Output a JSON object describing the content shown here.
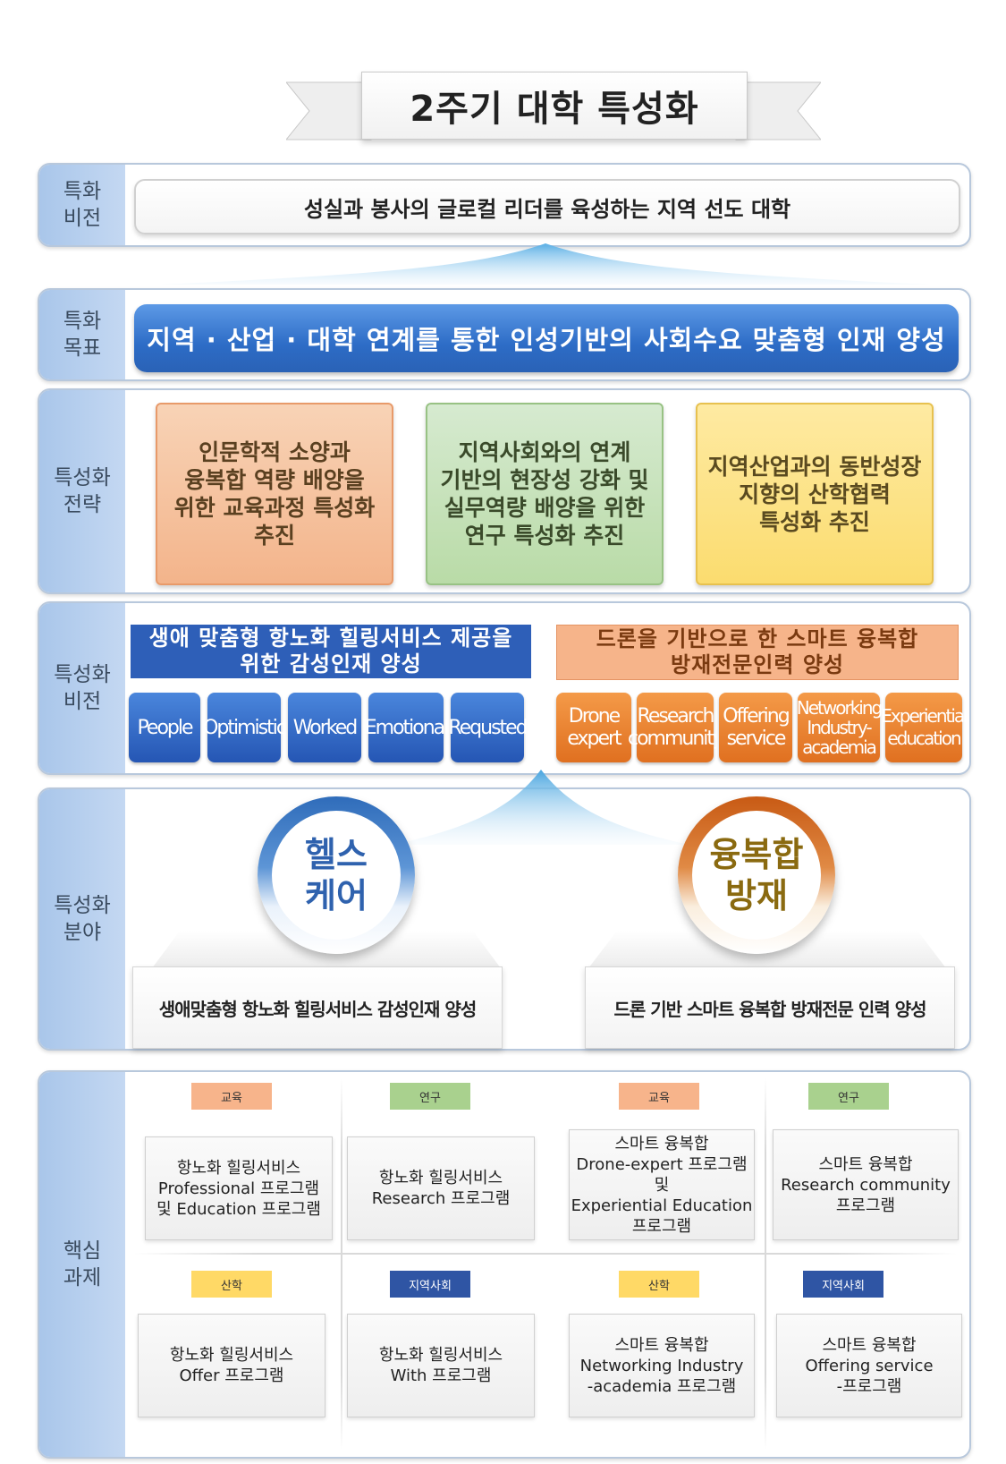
{
  "title": "2주기 대학 특성화",
  "vision": {
    "label": "특화\n비전",
    "text": "성실과 봉사의 글로컬 리더를 육성하는 지역 선도 대학"
  },
  "goal": {
    "label": "특화\n목표",
    "text": "지역 · 산업 · 대학 연계를 통한 인성기반의 사회수요 맞춤형 인재 양성"
  },
  "strategy": {
    "label": "특성화\n전략",
    "items": [
      "인문학적 소양과\n융복합 역량 배양을\n위한 교육과정 특성화\n추진",
      "지역사회와의 연계\n기반의 현장성 강화 및\n실무역량 배양을 위한\n연구 특성화 추진",
      "지역산업과의 동반성장\n지향의 산학협력\n특성화 추진"
    ]
  },
  "special_vision": {
    "label": "특성화\n비전",
    "left_heading": "생애 맞춤형 항노화 힐링서비스 제공을\n위한 감성인재 양성",
    "right_heading": "드론을 기반으로 한 스마트 융복합\n방재전문인력 양성",
    "left_keywords": [
      "People",
      "Optimistic",
      "Worked",
      "Emotional",
      "Requsted"
    ],
    "right_keywords": [
      "Drone\nexpert",
      "Research\ncommunity",
      "Offering\nservice",
      "Networking\nIndustry-\nacademia",
      "Experiential\neducation"
    ]
  },
  "fields": {
    "label": "특성화\n분야",
    "left_circle": "헬스\n케어",
    "right_circle": "융복합\n방재",
    "left_desc": "생애맞춤형 항노화 힐링서비스 감성인재 양성",
    "right_desc": "드론 기반 스마트 융복합 방재전문 인력 양성"
  },
  "core": {
    "label": "핵심\n과제",
    "tasks": [
      {
        "tag": "교육",
        "text": "항노화 힐링서비스\nProfessional 프로그램\n및 Education 프로그램"
      },
      {
        "tag": "연구",
        "text": "항노화 힐링서비스\nResearch 프로그램"
      },
      {
        "tag": "교육",
        "text": "스마트 융복합\nDrone-expert 프로그램 및\nExperiential Education\n프로그램"
      },
      {
        "tag": "연구",
        "text": "스마트 융복합\nResearch community\n프로그램"
      },
      {
        "tag": "산학",
        "text": "항노화 힐링서비스\nOffer 프로그램"
      },
      {
        "tag": "지역사회",
        "text": "항노화 힐링서비스\nWith 프로그램"
      },
      {
        "tag": "산학",
        "text": "스마트 융복합\nNetworking Industry\n-academia 프로그램"
      },
      {
        "tag": "지역사회",
        "text": "스마트 융복합\nOffering service\n-프로그램"
      }
    ]
  },
  "colors": {
    "label_bg": "#a9c6ea",
    "goal_blue": "#2d6cc6",
    "strategy_orange": "#f5c3a1",
    "strategy_green": "#c6e0b4",
    "strategy_yellow": "#fde48a",
    "heading_blue": "#2e5fb8",
    "heading_orange": "#f6b48a",
    "keyword_blue": "#2e62c0",
    "keyword_orange": "#ea7a2a",
    "circle_blue": "#2f6cba",
    "circle_orange": "#d1651e",
    "tag_edu": "#f7b48b",
    "tag_research": "#a9d18e",
    "tag_industry": "#ffd966",
    "tag_community": "#2f55a4"
  }
}
